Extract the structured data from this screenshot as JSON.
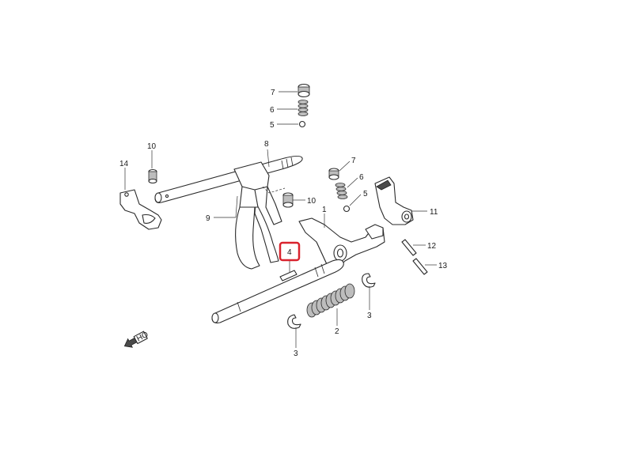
{
  "callouts": [
    {
      "id": "c7a",
      "text": "7"
    },
    {
      "id": "c6a",
      "text": "6"
    },
    {
      "id": "c5a",
      "text": "5"
    },
    {
      "id": "c8",
      "text": "8"
    },
    {
      "id": "c10a",
      "text": "10"
    },
    {
      "id": "c14",
      "text": "14"
    },
    {
      "id": "c9",
      "text": "9"
    },
    {
      "id": "c10b",
      "text": "10"
    },
    {
      "id": "c7b",
      "text": "7"
    },
    {
      "id": "c6b",
      "text": "6"
    },
    {
      "id": "c5b",
      "text": "5"
    },
    {
      "id": "c1",
      "text": "1"
    },
    {
      "id": "c11",
      "text": "11"
    },
    {
      "id": "c12",
      "text": "12"
    },
    {
      "id": "c13",
      "text": "13"
    },
    {
      "id": "c4",
      "text": "4"
    },
    {
      "id": "c3a",
      "text": "3"
    },
    {
      "id": "c3b",
      "text": "3"
    },
    {
      "id": "c2",
      "text": "2"
    }
  ],
  "highlight": {
    "callout": "4",
    "color": "#d9232e"
  },
  "direction_marker": {
    "text": "HO"
  }
}
